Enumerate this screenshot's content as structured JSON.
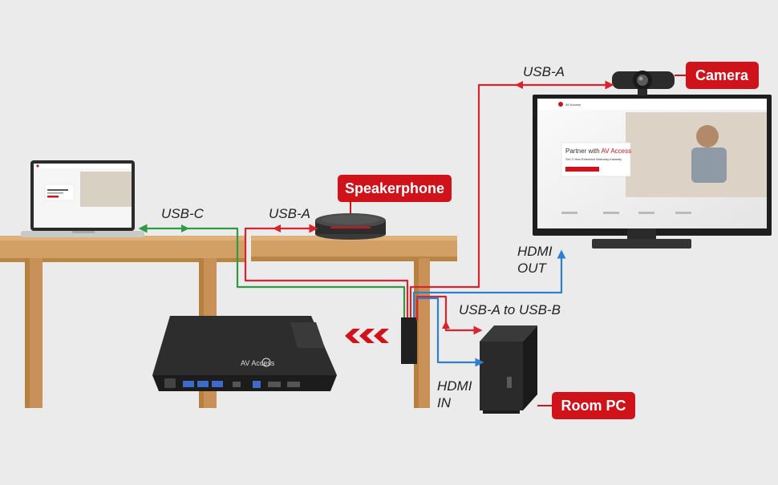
{
  "labels": {
    "usb_c": "USB-C",
    "usb_a_speaker": "USB-A",
    "usb_a_camera": "USB-A",
    "hdmi_out_line1": "HDMI",
    "hdmi_out_line2": "OUT",
    "usb_a_to_usb_b": "USB-A to USB-B",
    "hdmi_in_line1": "HDMI",
    "hdmi_in_line2": "IN"
  },
  "badges": {
    "speakerphone": "Speakerphone",
    "camera": "Camera",
    "room_pc": "Room PC"
  },
  "screen": {
    "brand": "AV Access",
    "headline_prefix": "Partner with ",
    "headline_brand": "AV Access",
    "subline": "Get 3 Year Extended Warranty Instantly"
  },
  "device": {
    "brand": "AV Access"
  },
  "colors": {
    "accent_red": "#d0121b",
    "cable_red": "#d9242e",
    "cable_green": "#2e9a46",
    "cable_blue": "#2f7fd0",
    "background": "#ebebeb",
    "wood": "#cf9a5c"
  }
}
